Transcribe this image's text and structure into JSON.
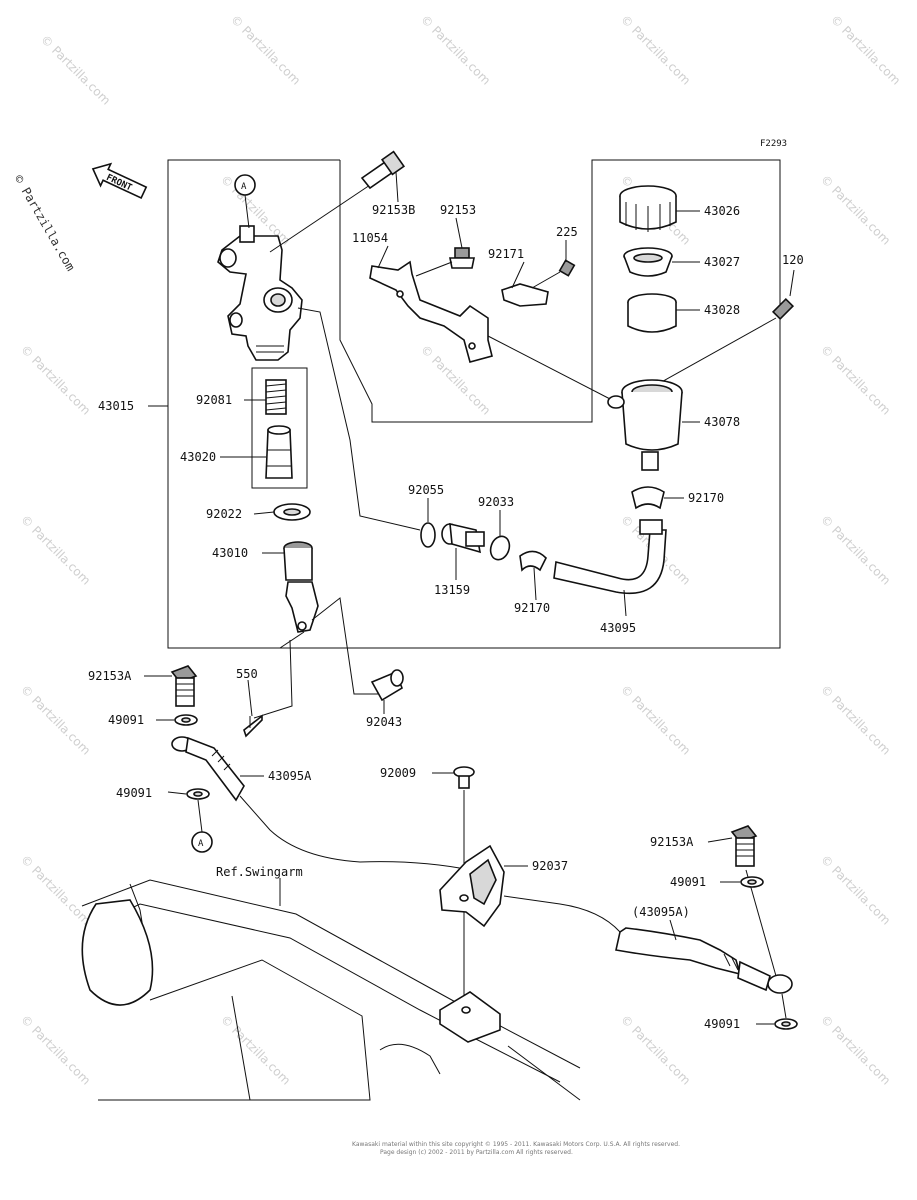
{
  "figure_code": "F2293",
  "watermark": "© Partzilla.com",
  "front_label": "FRONT",
  "ref_label": "Ref.Swingarm",
  "marker": "A",
  "footer": {
    "line1": "Kawasaki material within this site copyright © 1995 - 2011. Kawasaki Motors Corp. U.S.A. All rights reserved.",
    "line2": "Page design (c) 2002 - 2011 by Partzilla.com All rights reserved."
  },
  "labels": {
    "p92153B": "92153B",
    "p92153": "92153",
    "p11054": "11054",
    "p92171": "92171",
    "p225": "225",
    "p43026": "43026",
    "p43027": "43027",
    "p43028": "43028",
    "p120": "120",
    "p43078": "43078",
    "p43015": "43015",
    "p92081": "92081",
    "p43020": "43020",
    "p92022": "92022",
    "p43010": "43010",
    "p92055": "92055",
    "p92033": "92033",
    "p92170a": "92170",
    "p13159": "13159",
    "p92170b": "92170",
    "p43095": "43095",
    "p92153Aa": "92153A",
    "p550": "550",
    "p92043": "92043",
    "p49091a": "49091",
    "p43095A": "43095A",
    "p49091b": "49091",
    "p92009": "92009",
    "p92037": "92037",
    "p92153Ab": "92153A",
    "p49091c": "49091",
    "p43095Aref": "(43095A)",
    "p49091d": "49091"
  }
}
